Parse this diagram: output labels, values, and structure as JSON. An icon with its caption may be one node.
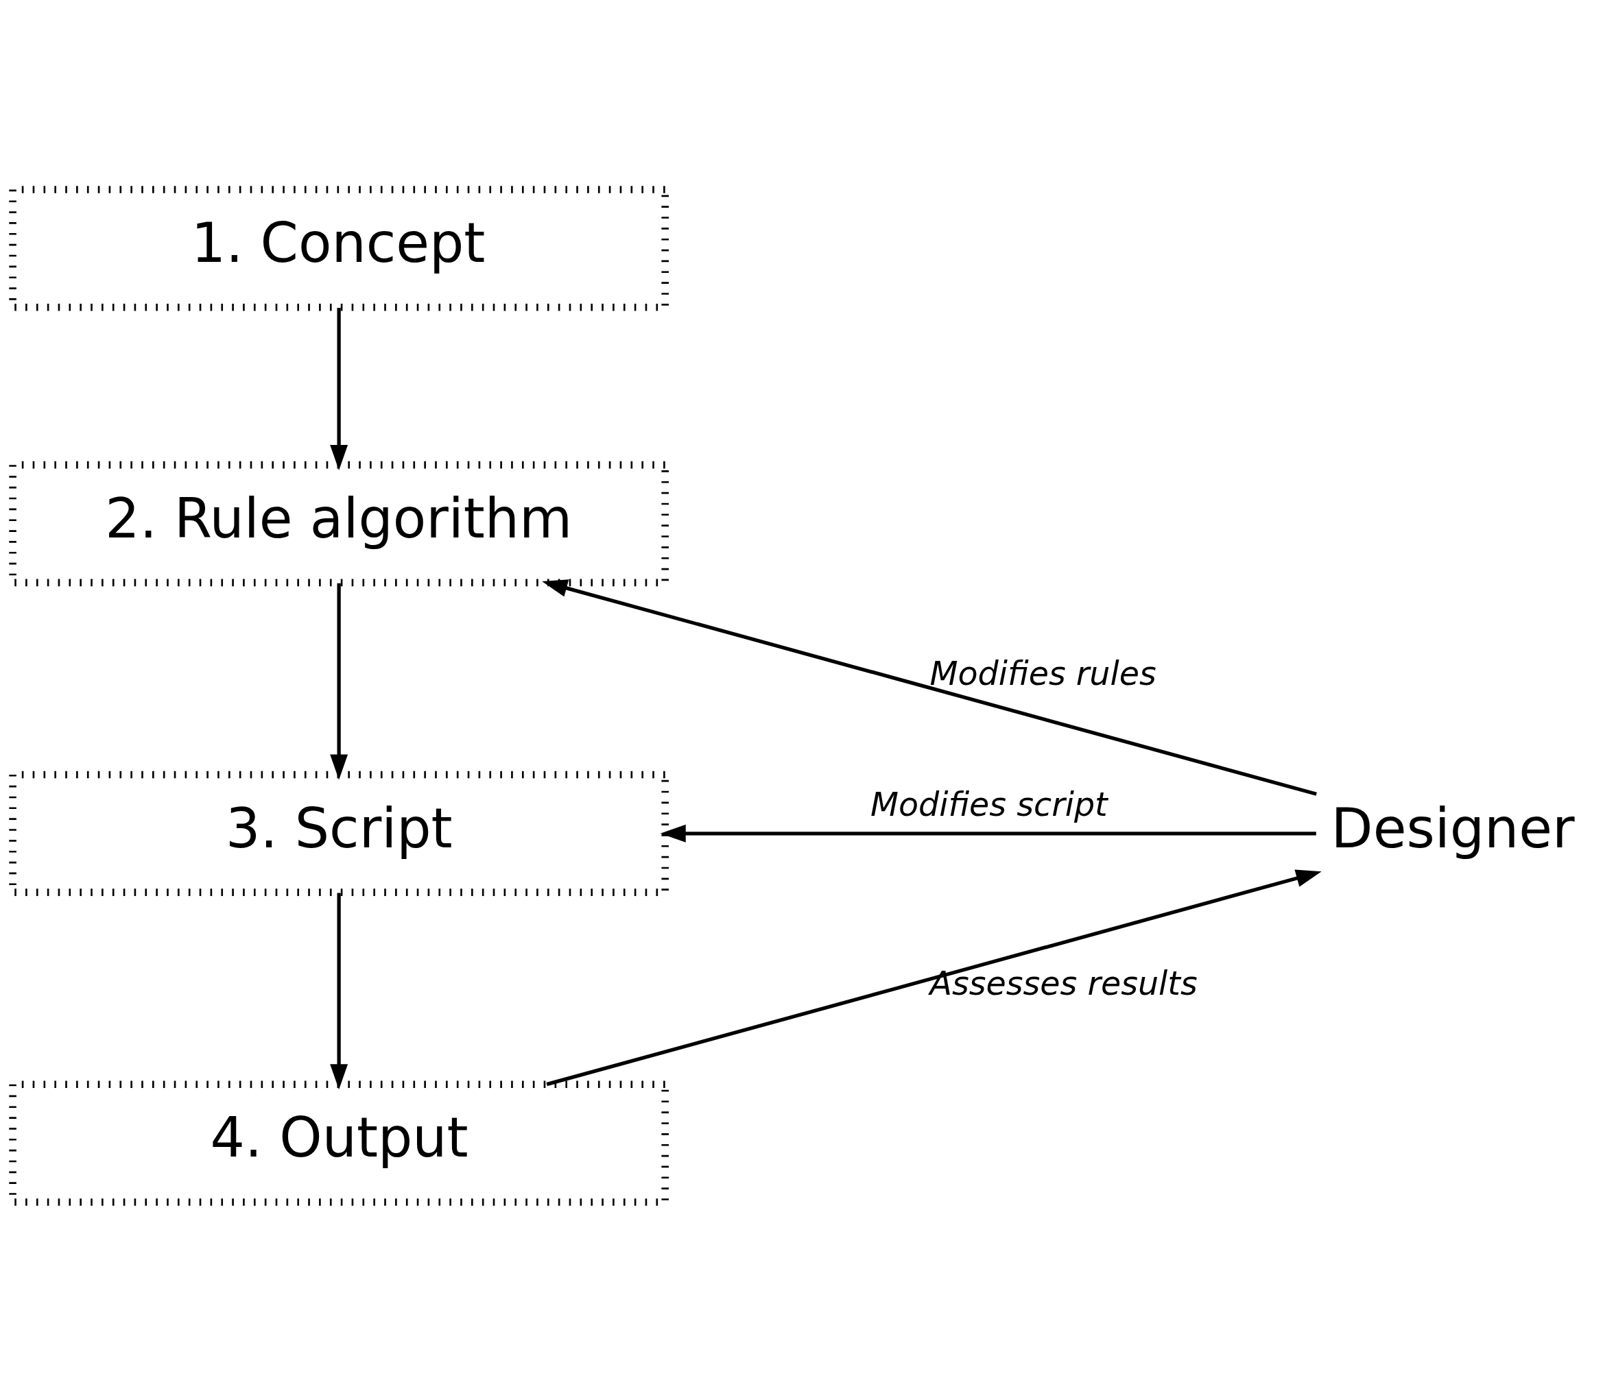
{
  "diagram": {
    "nodes": [
      {
        "text": [
          "1. Concept"
        ]
      },
      {
        "text": [
          "2. Rule algorithm"
        ]
      },
      {
        "text": [
          "3. Script"
        ]
      },
      {
        "text": [
          "4. Output"
        ]
      },
      {
        "text": [
          "Designer"
        ]
      }
    ],
    "edges": [
      {
        "from": 0,
        "to": 1,
        "arrow": "to"
      },
      {
        "from": 1,
        "to": 2,
        "arrow": "to"
      },
      {
        "from": 2,
        "to": 3,
        "arrow": "to"
      },
      {
        "from": 4,
        "to": 1,
        "arrow": "to",
        "label": "Modifies rules"
      },
      {
        "from": 4,
        "to": 2,
        "arrow": "to",
        "label": "Modifies script"
      },
      {
        "from": 3,
        "to": 4,
        "arrow": "to",
        "label": "Assesses results"
      }
    ]
  }
}
